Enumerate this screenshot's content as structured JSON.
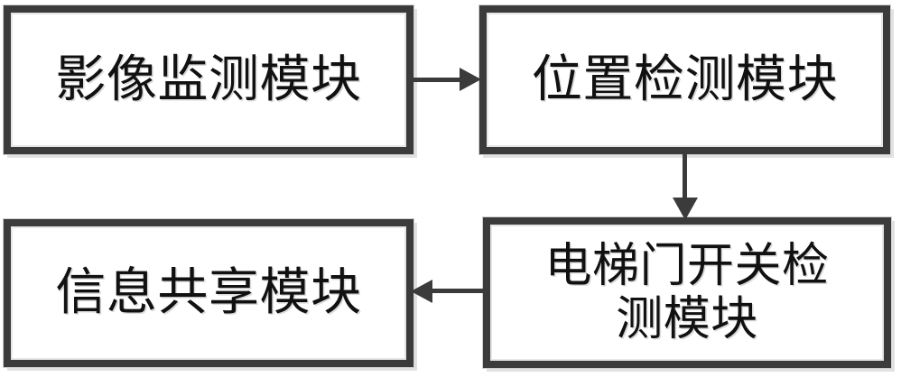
{
  "diagram": {
    "type": "block-flow-diagram",
    "background_color": "#ffffff",
    "box_border_color": "#3b3b3b",
    "connector_color": "#3b3b3b",
    "text_color": "#111111",
    "nodes": [
      {
        "id": "image-monitor",
        "label": "影像监测模块",
        "position": "top-left"
      },
      {
        "id": "position-detect",
        "label": "位置检测模块",
        "position": "top-right"
      },
      {
        "id": "info-share",
        "label": "信息共享模块",
        "position": "bottom-left"
      },
      {
        "id": "door-detect",
        "label": "电梯门开关检\n测模块",
        "position": "bottom-right"
      }
    ],
    "edges": [
      {
        "id": "image-to-position",
        "from": "image-monitor",
        "to": "position-detect",
        "direction": "right",
        "arrowhead": "arrow-right-icon"
      },
      {
        "id": "position-to-door",
        "from": "position-detect",
        "to": "door-detect",
        "direction": "down",
        "arrowhead": "arrow-down-icon"
      },
      {
        "id": "door-to-info",
        "from": "door-detect",
        "to": "info-share",
        "direction": "left",
        "arrowhead": "arrow-left-icon"
      }
    ]
  }
}
